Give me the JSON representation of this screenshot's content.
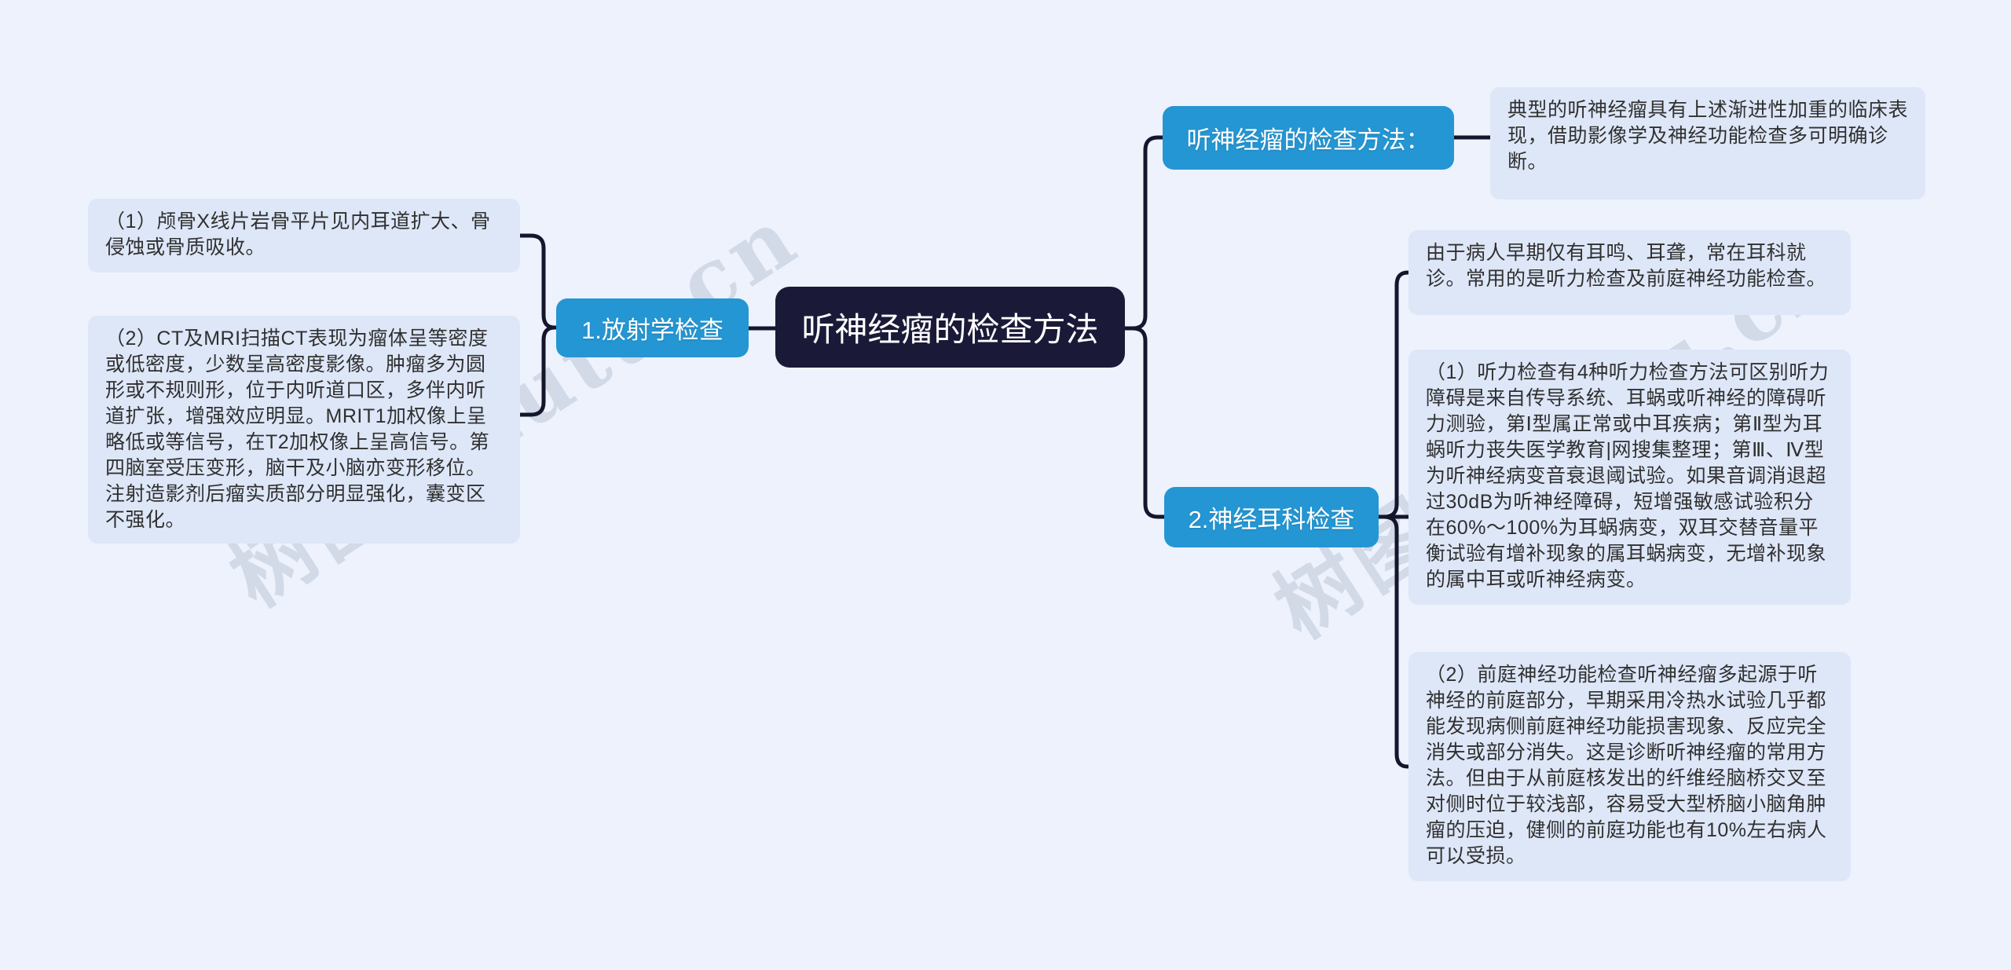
{
  "watermark": {
    "text": "树图 shutu.cn"
  },
  "colors": {
    "background": "#edf2fd",
    "leaf_background": "#dee7f8",
    "branch_node_background": "#2496d3",
    "root_background": "#1a1a38",
    "connector": "#15152d"
  },
  "mindmap": {
    "root": {
      "label": "听神经瘤的检查方法"
    },
    "left_branch": {
      "node": {
        "label": "1.放射学检查"
      },
      "leaves": [
        {
          "text": "（1）颅骨X线片岩骨平片见内耳道扩大、骨侵蚀或骨质吸收。"
        },
        {
          "text": "（2）CT及MRI扫描CT表现为瘤体呈等密度或低密度，少数呈高密度影像。肿瘤多为圆形或不规则形，位于内听道口区，多伴内听道扩张，增强效应明显。MRIT1加权像上呈略低或等信号，在T2加权像上呈高信号。第四脑室受压变形，脑干及小脑亦变形移位。注射造影剂后瘤实质部分明显强化，囊变区不强化。"
        }
      ]
    },
    "right_branch_top": {
      "node": {
        "label": "听神经瘤的检查方法："
      },
      "leaves": [
        {
          "text": "典型的听神经瘤具有上述渐进性加重的临床表现，借助影像学及神经功能检查多可明确诊断。"
        }
      ]
    },
    "right_branch_bottom": {
      "node": {
        "label": "2.神经耳科检查"
      },
      "leaves": [
        {
          "text": "由于病人早期仅有耳鸣、耳聋，常在耳科就诊。常用的是听力检查及前庭神经功能检查。"
        },
        {
          "text": "（1）听力检查有4种听力检查方法可区别听力障碍是来自传导系统、耳蜗或听神经的障碍听力测验，第Ⅰ型属正常或中耳疾病；第Ⅱ型为耳蜗听力丧失医学教育|网搜集整理；第Ⅲ、Ⅳ型为听神经病变音衰退阈试验。如果音调消退超过30dB为听神经障碍，短增强敏感试验积分在60%～100%为耳蜗病变，双耳交替音量平衡试验有增补现象的属耳蜗病变，无增补现象的属中耳或听神经病变。"
        },
        {
          "text": "（2）前庭神经功能检查听神经瘤多起源于听神经的前庭部分，早期采用冷热水试验几乎都能发现病侧前庭神经功能损害现象、反应完全消失或部分消失。这是诊断听神经瘤的常用方法。但由于从前庭核发出的纤维经脑桥交叉至对侧时位于较浅部，容易受大型桥脑小脑角肿瘤的压迫，健侧的前庭功能也有10%左右病人可以受损。"
        }
      ]
    }
  }
}
